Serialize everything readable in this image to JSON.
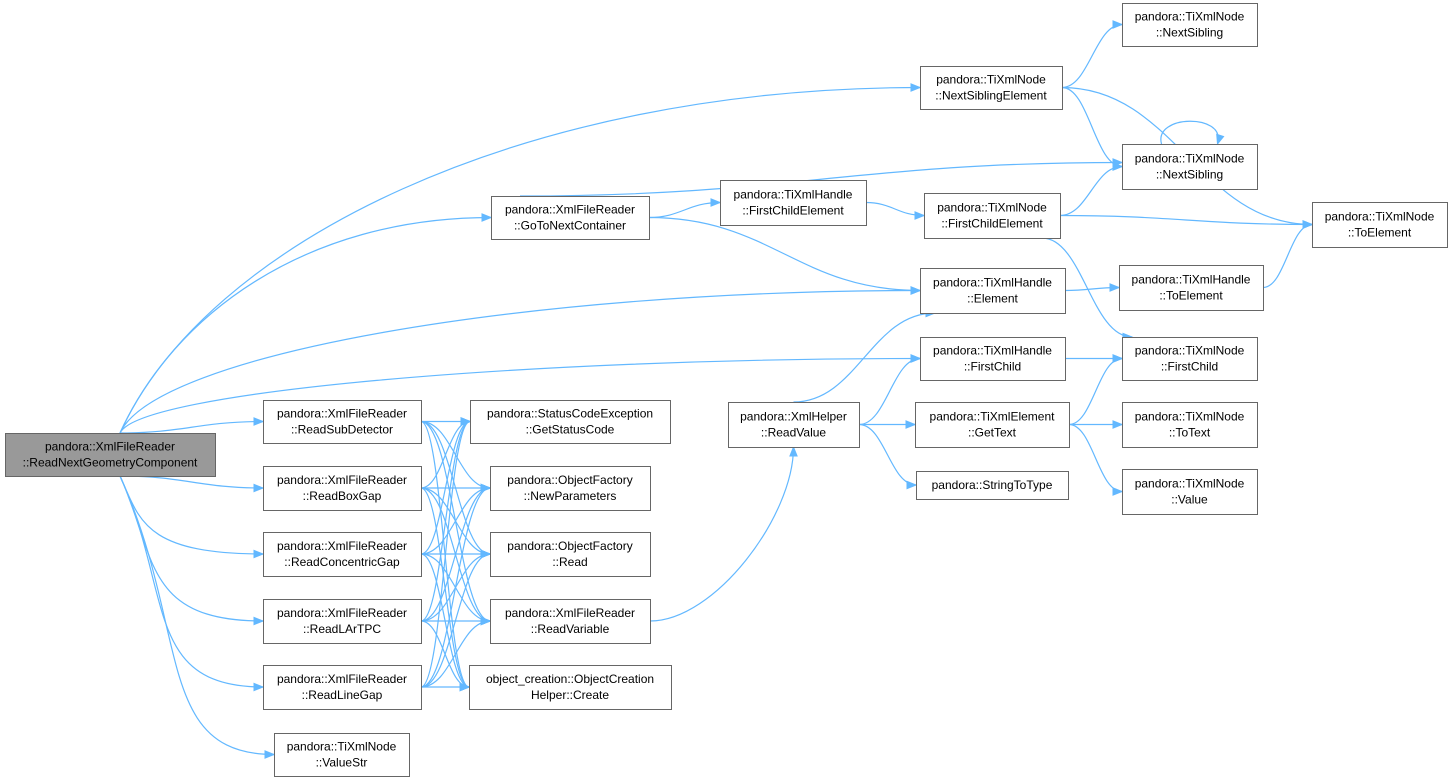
{
  "colors": {
    "edge": "#63b8ff",
    "root_fill": "#999999",
    "node_fill": "#ffffff",
    "node_border": "#666666"
  },
  "nodes": [
    {
      "id": "root",
      "lines": [
        "pandora::XmlFileReader",
        "::ReadNextGeometryComponent"
      ]
    },
    {
      "id": "n_tinode_nextsibling_top",
      "lines": [
        "pandora::TiXmlNode",
        "::NextSibling"
      ]
    },
    {
      "id": "n_nextsiblingelement",
      "lines": [
        "pandora::TiXmlNode",
        "::NextSiblingElement"
      ]
    },
    {
      "id": "n_tinode_nextsibling",
      "lines": [
        "pandora::TiXmlNode",
        "::NextSibling"
      ]
    },
    {
      "id": "n_gotonextcontainer",
      "lines": [
        "pandora::XmlFileReader",
        "::GoToNextContainer"
      ]
    },
    {
      "id": "n_handle_firstchildelement",
      "lines": [
        "pandora::TiXmlHandle",
        "::FirstChildElement"
      ]
    },
    {
      "id": "n_node_firstchildelement",
      "lines": [
        "pandora::TiXmlNode",
        "::FirstChildElement"
      ]
    },
    {
      "id": "n_node_toelement",
      "lines": [
        "pandora::TiXmlNode",
        "::ToElement"
      ]
    },
    {
      "id": "n_handle_element",
      "lines": [
        "pandora::TiXmlHandle",
        "::Element"
      ]
    },
    {
      "id": "n_handle_toelement",
      "lines": [
        "pandora::TiXmlHandle",
        "::ToElement"
      ]
    },
    {
      "id": "n_handle_firstchild",
      "lines": [
        "pandora::TiXmlHandle",
        "::FirstChild"
      ]
    },
    {
      "id": "n_node_firstchild",
      "lines": [
        "pandora::TiXmlNode",
        "::FirstChild"
      ]
    },
    {
      "id": "n_readsubdetector",
      "lines": [
        "pandora::XmlFileReader",
        "::ReadSubDetector"
      ]
    },
    {
      "id": "n_getstatuscode",
      "lines": [
        "pandora::StatusCodeException",
        "::GetStatusCode"
      ]
    },
    {
      "id": "n_xmlhelper_readvalue",
      "lines": [
        "pandora::XmlHelper",
        "::ReadValue"
      ]
    },
    {
      "id": "n_element_gettext",
      "lines": [
        "pandora::TiXmlElement",
        "::GetText"
      ]
    },
    {
      "id": "n_node_totext",
      "lines": [
        "pandora::TiXmlNode",
        "::ToText"
      ]
    },
    {
      "id": "n_readboxgap",
      "lines": [
        "pandora::XmlFileReader",
        "::ReadBoxGap"
      ]
    },
    {
      "id": "n_newparameters",
      "lines": [
        "pandora::ObjectFactory",
        "::NewParameters"
      ]
    },
    {
      "id": "n_stringtotype",
      "lines": [
        "pandora::StringToType"
      ]
    },
    {
      "id": "n_node_value",
      "lines": [
        "pandora::TiXmlNode",
        "::Value"
      ]
    },
    {
      "id": "n_readconcentricgap",
      "lines": [
        "pandora::XmlFileReader",
        "::ReadConcentricGap"
      ]
    },
    {
      "id": "n_objectfactory_read",
      "lines": [
        "pandora::ObjectFactory",
        "::Read"
      ]
    },
    {
      "id": "n_readlartpc",
      "lines": [
        "pandora::XmlFileReader",
        "::ReadLArTPC"
      ]
    },
    {
      "id": "n_readvariable",
      "lines": [
        "pandora::XmlFileReader",
        "::ReadVariable"
      ]
    },
    {
      "id": "n_readlinegap",
      "lines": [
        "pandora::XmlFileReader",
        "::ReadLineGap"
      ]
    },
    {
      "id": "n_objectcreation_create",
      "lines": [
        "object_creation::ObjectCreation",
        "Helper::Create"
      ]
    },
    {
      "id": "n_valuestr",
      "lines": [
        "pandora::TiXmlNode",
        "::ValueStr"
      ]
    }
  ],
  "edges": [
    [
      "root",
      "n_nextsiblingelement"
    ],
    [
      "root",
      "n_gotonextcontainer"
    ],
    [
      "root",
      "n_handle_element"
    ],
    [
      "root",
      "n_handle_firstchild"
    ],
    [
      "root",
      "n_readsubdetector"
    ],
    [
      "root",
      "n_readboxgap"
    ],
    [
      "root",
      "n_readconcentricgap"
    ],
    [
      "root",
      "n_readlartpc"
    ],
    [
      "root",
      "n_readlinegap"
    ],
    [
      "root",
      "n_valuestr"
    ],
    [
      "n_nextsiblingelement",
      "n_tinode_nextsibling_top"
    ],
    [
      "n_nextsiblingelement",
      "n_tinode_nextsibling"
    ],
    [
      "n_nextsiblingelement",
      "n_node_toelement"
    ],
    [
      "n_tinode_nextsibling",
      "n_tinode_nextsibling"
    ],
    [
      "n_gotonextcontainer",
      "n_tinode_nextsibling"
    ],
    [
      "n_gotonextcontainer",
      "n_handle_firstchildelement"
    ],
    [
      "n_gotonextcontainer",
      "n_handle_element"
    ],
    [
      "n_handle_firstchildelement",
      "n_node_firstchildelement"
    ],
    [
      "n_node_firstchildelement",
      "n_tinode_nextsibling"
    ],
    [
      "n_node_firstchildelement",
      "n_node_toelement"
    ],
    [
      "n_node_firstchildelement",
      "n_node_firstchild"
    ],
    [
      "n_handle_element",
      "n_handle_toelement"
    ],
    [
      "n_handle_toelement",
      "n_node_toelement"
    ],
    [
      "n_handle_firstchild",
      "n_node_firstchild"
    ],
    [
      "n_xmlhelper_readvalue",
      "n_handle_element"
    ],
    [
      "n_xmlhelper_readvalue",
      "n_handle_firstchild"
    ],
    [
      "n_xmlhelper_readvalue",
      "n_element_gettext"
    ],
    [
      "n_xmlhelper_readvalue",
      "n_stringtotype"
    ],
    [
      "n_element_gettext",
      "n_node_firstchild"
    ],
    [
      "n_element_gettext",
      "n_node_totext"
    ],
    [
      "n_element_gettext",
      "n_node_value"
    ],
    [
      "n_readvariable",
      "n_xmlhelper_readvalue"
    ],
    [
      "n_readsubdetector",
      "n_getstatuscode"
    ],
    [
      "n_readsubdetector",
      "n_newparameters"
    ],
    [
      "n_readsubdetector",
      "n_objectfactory_read"
    ],
    [
      "n_readsubdetector",
      "n_readvariable"
    ],
    [
      "n_readsubdetector",
      "n_objectcreation_create"
    ],
    [
      "n_readboxgap",
      "n_getstatuscode"
    ],
    [
      "n_readboxgap",
      "n_newparameters"
    ],
    [
      "n_readboxgap",
      "n_objectfactory_read"
    ],
    [
      "n_readboxgap",
      "n_readvariable"
    ],
    [
      "n_readboxgap",
      "n_objectcreation_create"
    ],
    [
      "n_readconcentricgap",
      "n_getstatuscode"
    ],
    [
      "n_readconcentricgap",
      "n_newparameters"
    ],
    [
      "n_readconcentricgap",
      "n_objectfactory_read"
    ],
    [
      "n_readconcentricgap",
      "n_readvariable"
    ],
    [
      "n_readconcentricgap",
      "n_objectcreation_create"
    ],
    [
      "n_readlartpc",
      "n_getstatuscode"
    ],
    [
      "n_readlartpc",
      "n_newparameters"
    ],
    [
      "n_readlartpc",
      "n_objectfactory_read"
    ],
    [
      "n_readlartpc",
      "n_readvariable"
    ],
    [
      "n_readlartpc",
      "n_objectcreation_create"
    ],
    [
      "n_readlinegap",
      "n_getstatuscode"
    ],
    [
      "n_readlinegap",
      "n_newparameters"
    ],
    [
      "n_readlinegap",
      "n_objectfactory_read"
    ],
    [
      "n_readlinegap",
      "n_readvariable"
    ],
    [
      "n_readlinegap",
      "n_objectcreation_create"
    ]
  ]
}
